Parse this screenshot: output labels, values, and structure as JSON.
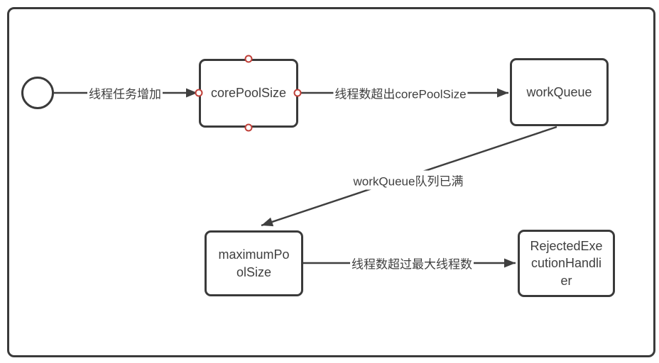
{
  "diagram": {
    "background_color": "#ffffff",
    "stroke_color": "#3a3a3a",
    "text_color": "#3f3f3f",
    "anchor_color": "#bf3f38",
    "nodes": [
      {
        "id": "start",
        "type": "start-circle",
        "label": ""
      },
      {
        "id": "corePoolSize",
        "type": "process",
        "label": "corePoolSize"
      },
      {
        "id": "workQueue",
        "type": "process",
        "label": "workQueue"
      },
      {
        "id": "maximumPoolSize",
        "type": "process",
        "label": "maximumPo\nolSize"
      },
      {
        "id": "rejectedExecutionHandler",
        "type": "process",
        "label": "RejectedExe\ncutionHandli\ner"
      }
    ],
    "edges": [
      {
        "from": "start",
        "to": "corePoolSize",
        "label": "线程任务增加"
      },
      {
        "from": "corePoolSize",
        "to": "workQueue",
        "label": "线程数超出corePoolSize"
      },
      {
        "from": "workQueue",
        "to": "maximumPoolSize",
        "label": "workQueue队列已满"
      },
      {
        "from": "maximumPoolSize",
        "to": "rejectedExecutionHandler",
        "label": "线程数超过最大线程数"
      }
    ],
    "anchors": [
      {
        "node": "corePoolSize",
        "position": "top"
      },
      {
        "node": "corePoolSize",
        "position": "right"
      },
      {
        "node": "corePoolSize",
        "position": "bottom"
      },
      {
        "node": "corePoolSize",
        "position": "left"
      }
    ]
  }
}
